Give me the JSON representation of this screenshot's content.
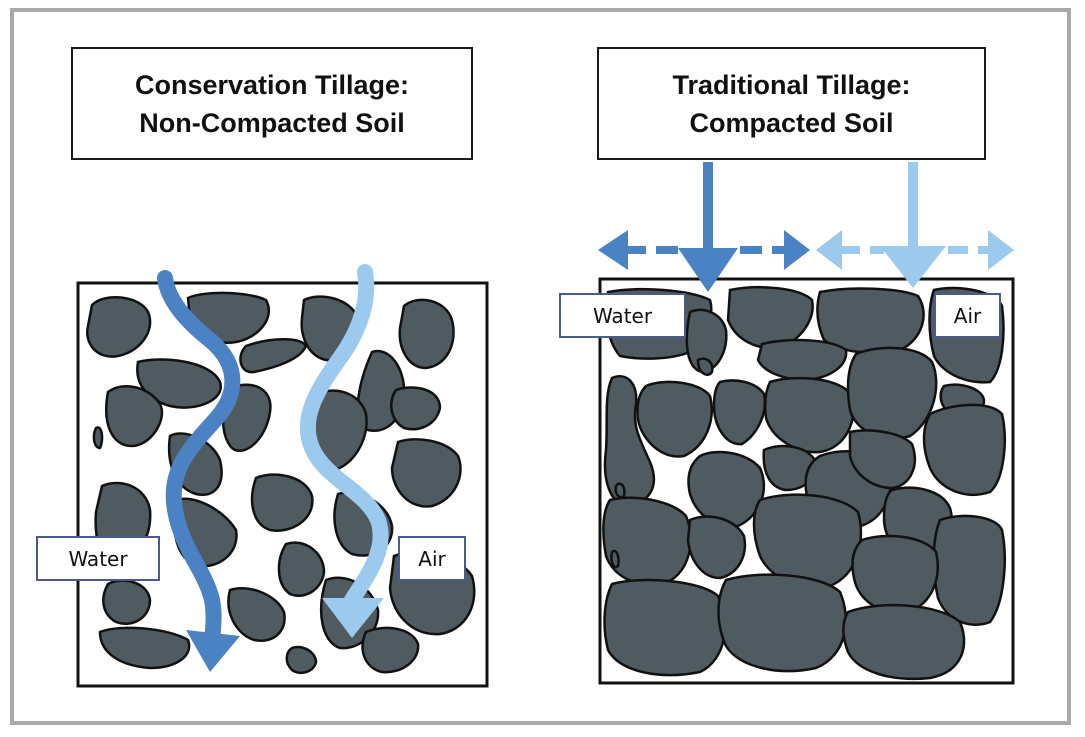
{
  "left_panel": {
    "title_line1": "Conservation Tillage:",
    "title_line2": "Non-Compacted Soil",
    "water_label": "Water",
    "air_label": "Air"
  },
  "right_panel": {
    "title_line1": "Traditional Tillage:",
    "title_line2": "Compacted Soil",
    "water_label": "Water",
    "air_label": "Air"
  },
  "colors": {
    "soil_particle": "#4f5b60",
    "water_arrow": "#4a82c4",
    "air_arrow": "#9cc9ee",
    "frame": "#a9a9a9",
    "label_border": "#4a5a8a"
  }
}
